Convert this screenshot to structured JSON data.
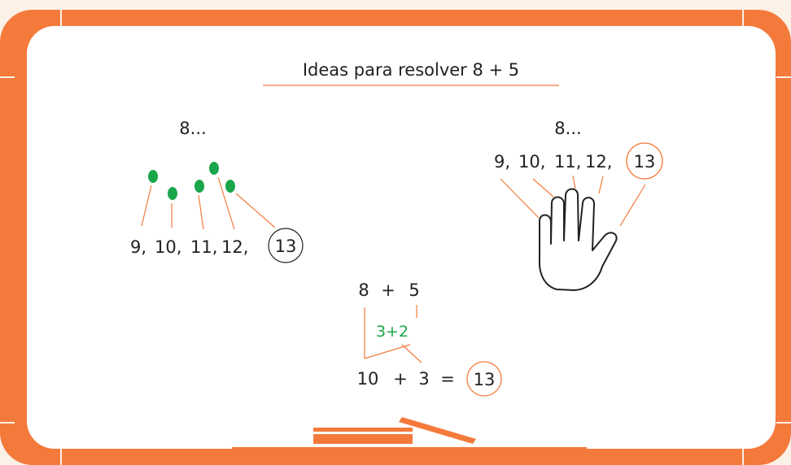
{
  "colors": {
    "background": "#fbf1e7",
    "frame": "#f47a3c",
    "board": "#ffffff",
    "text": "#222222",
    "accent_line": "#f47a3c",
    "dots": "#1aa64a",
    "green_text": "#1aa64a",
    "circle_black": "#222222",
    "circle_orange": "#f47a3c"
  },
  "board": {
    "title": "Ideas para resolver 8 + 5"
  },
  "strategy_dots": {
    "start": "8...",
    "count_sequence": [
      "9,",
      "10,",
      "11,",
      "12,"
    ],
    "result": "13"
  },
  "strategy_fingers": {
    "start": "8...",
    "count_sequence": [
      "9,",
      "10,",
      "11,",
      "12,"
    ],
    "result": "13",
    "icon": "open-hand-icon"
  },
  "strategy_make_ten": {
    "expr_left": "8",
    "op1": "+",
    "expr_right": "5",
    "split": "3+2",
    "ten": "10",
    "op2": "+",
    "rest": "3",
    "equals": "=",
    "result": "13"
  }
}
